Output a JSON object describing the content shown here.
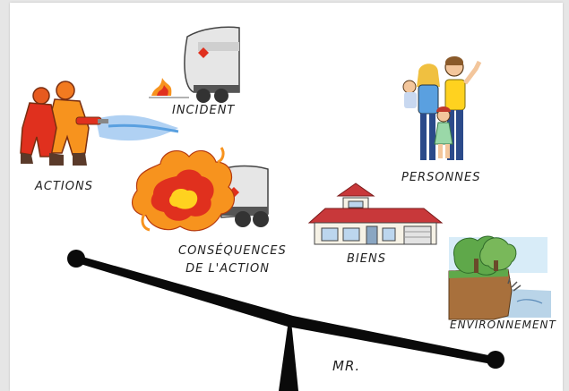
{
  "labels": {
    "incident": "INCIDENT",
    "actions": "ACTIONS",
    "consequences_line1": "CONSÉQUENCES",
    "consequences_line2": "DE L'ACTION",
    "personnes": "PERSONNES",
    "biens": "BIENS",
    "environnement": "ENVIRONNEMENT",
    "signature": "MR."
  },
  "colors": {
    "beam": "#0a0a0a",
    "fire_red": "#e0301e",
    "fire_orange": "#f7931e",
    "fire_yellow": "#ffd21f",
    "water": "#5aa0e0",
    "roof": "#c8383a",
    "tank": "#e2e2e2"
  },
  "icons": [
    "firefighter-icon",
    "tanker-incident-icon",
    "tanker-fire-icon",
    "family-icon",
    "house-icon",
    "trees-cliff-icon",
    "balance-scale-icon"
  ]
}
